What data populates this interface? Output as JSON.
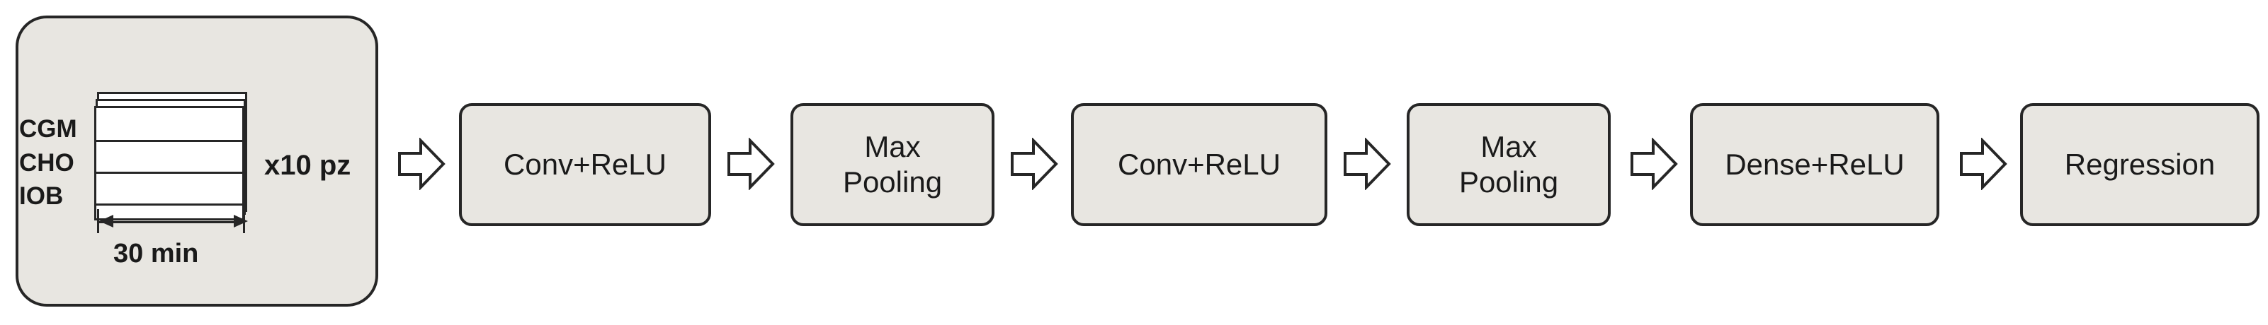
{
  "input": {
    "features": [
      "CGM",
      "CHO",
      "IOB"
    ],
    "multiplier": "x10 pz",
    "window": "30 min"
  },
  "stages": [
    {
      "label": "Conv+ReLU"
    },
    {
      "label": "Max\nPooling"
    },
    {
      "label": "Conv+ReLU"
    },
    {
      "label": "Max\nPooling"
    },
    {
      "label": "Dense+ReLU"
    },
    {
      "label": "Regression"
    }
  ],
  "colors": {
    "box_fill": "#e8e6e1",
    "stroke": "#262626",
    "background": "#ffffff"
  }
}
